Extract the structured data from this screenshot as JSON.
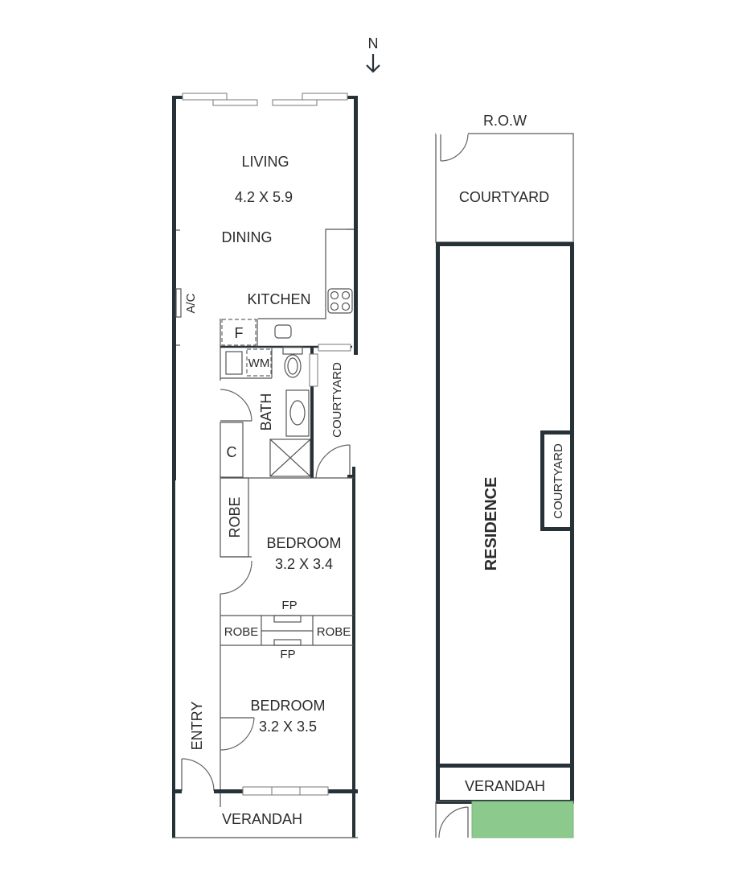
{
  "compass": {
    "label": "N",
    "direction": "down-arrow"
  },
  "plan_left": {
    "rooms": {
      "living": {
        "name": "LIVING",
        "size": "4.2 X 5.9"
      },
      "dining": {
        "name": "DINING"
      },
      "kitchen": {
        "name": "KITCHEN"
      },
      "ac": {
        "name": "A/C"
      },
      "fridge": {
        "name": "F"
      },
      "washing_machine": {
        "name": "WM"
      },
      "bath": {
        "name": "BATH"
      },
      "courtyard": {
        "name": "COURTYARD"
      },
      "cupboard": {
        "name": "C"
      },
      "robe_1": {
        "name": "ROBE"
      },
      "bedroom_1": {
        "name": "BEDROOM",
        "size": "3.2 X 3.4"
      },
      "fp_1": {
        "name": "FP"
      },
      "robe_2": {
        "name": "ROBE"
      },
      "robe_3": {
        "name": "ROBE"
      },
      "fp_2": {
        "name": "FP"
      },
      "bedroom_2": {
        "name": "BEDROOM",
        "size": "3.2 X 3.5"
      },
      "entry": {
        "name": "ENTRY"
      },
      "verandah": {
        "name": "VERANDAH"
      }
    }
  },
  "plan_right": {
    "row": {
      "name": "R.O.W"
    },
    "courtyard_top": {
      "name": "COURTYARD"
    },
    "residence": {
      "name": "RESIDENCE"
    },
    "courtyard_side": {
      "name": "COURTYARD"
    },
    "verandah": {
      "name": "VERANDAH"
    },
    "garden_color": "#8cc98c"
  }
}
